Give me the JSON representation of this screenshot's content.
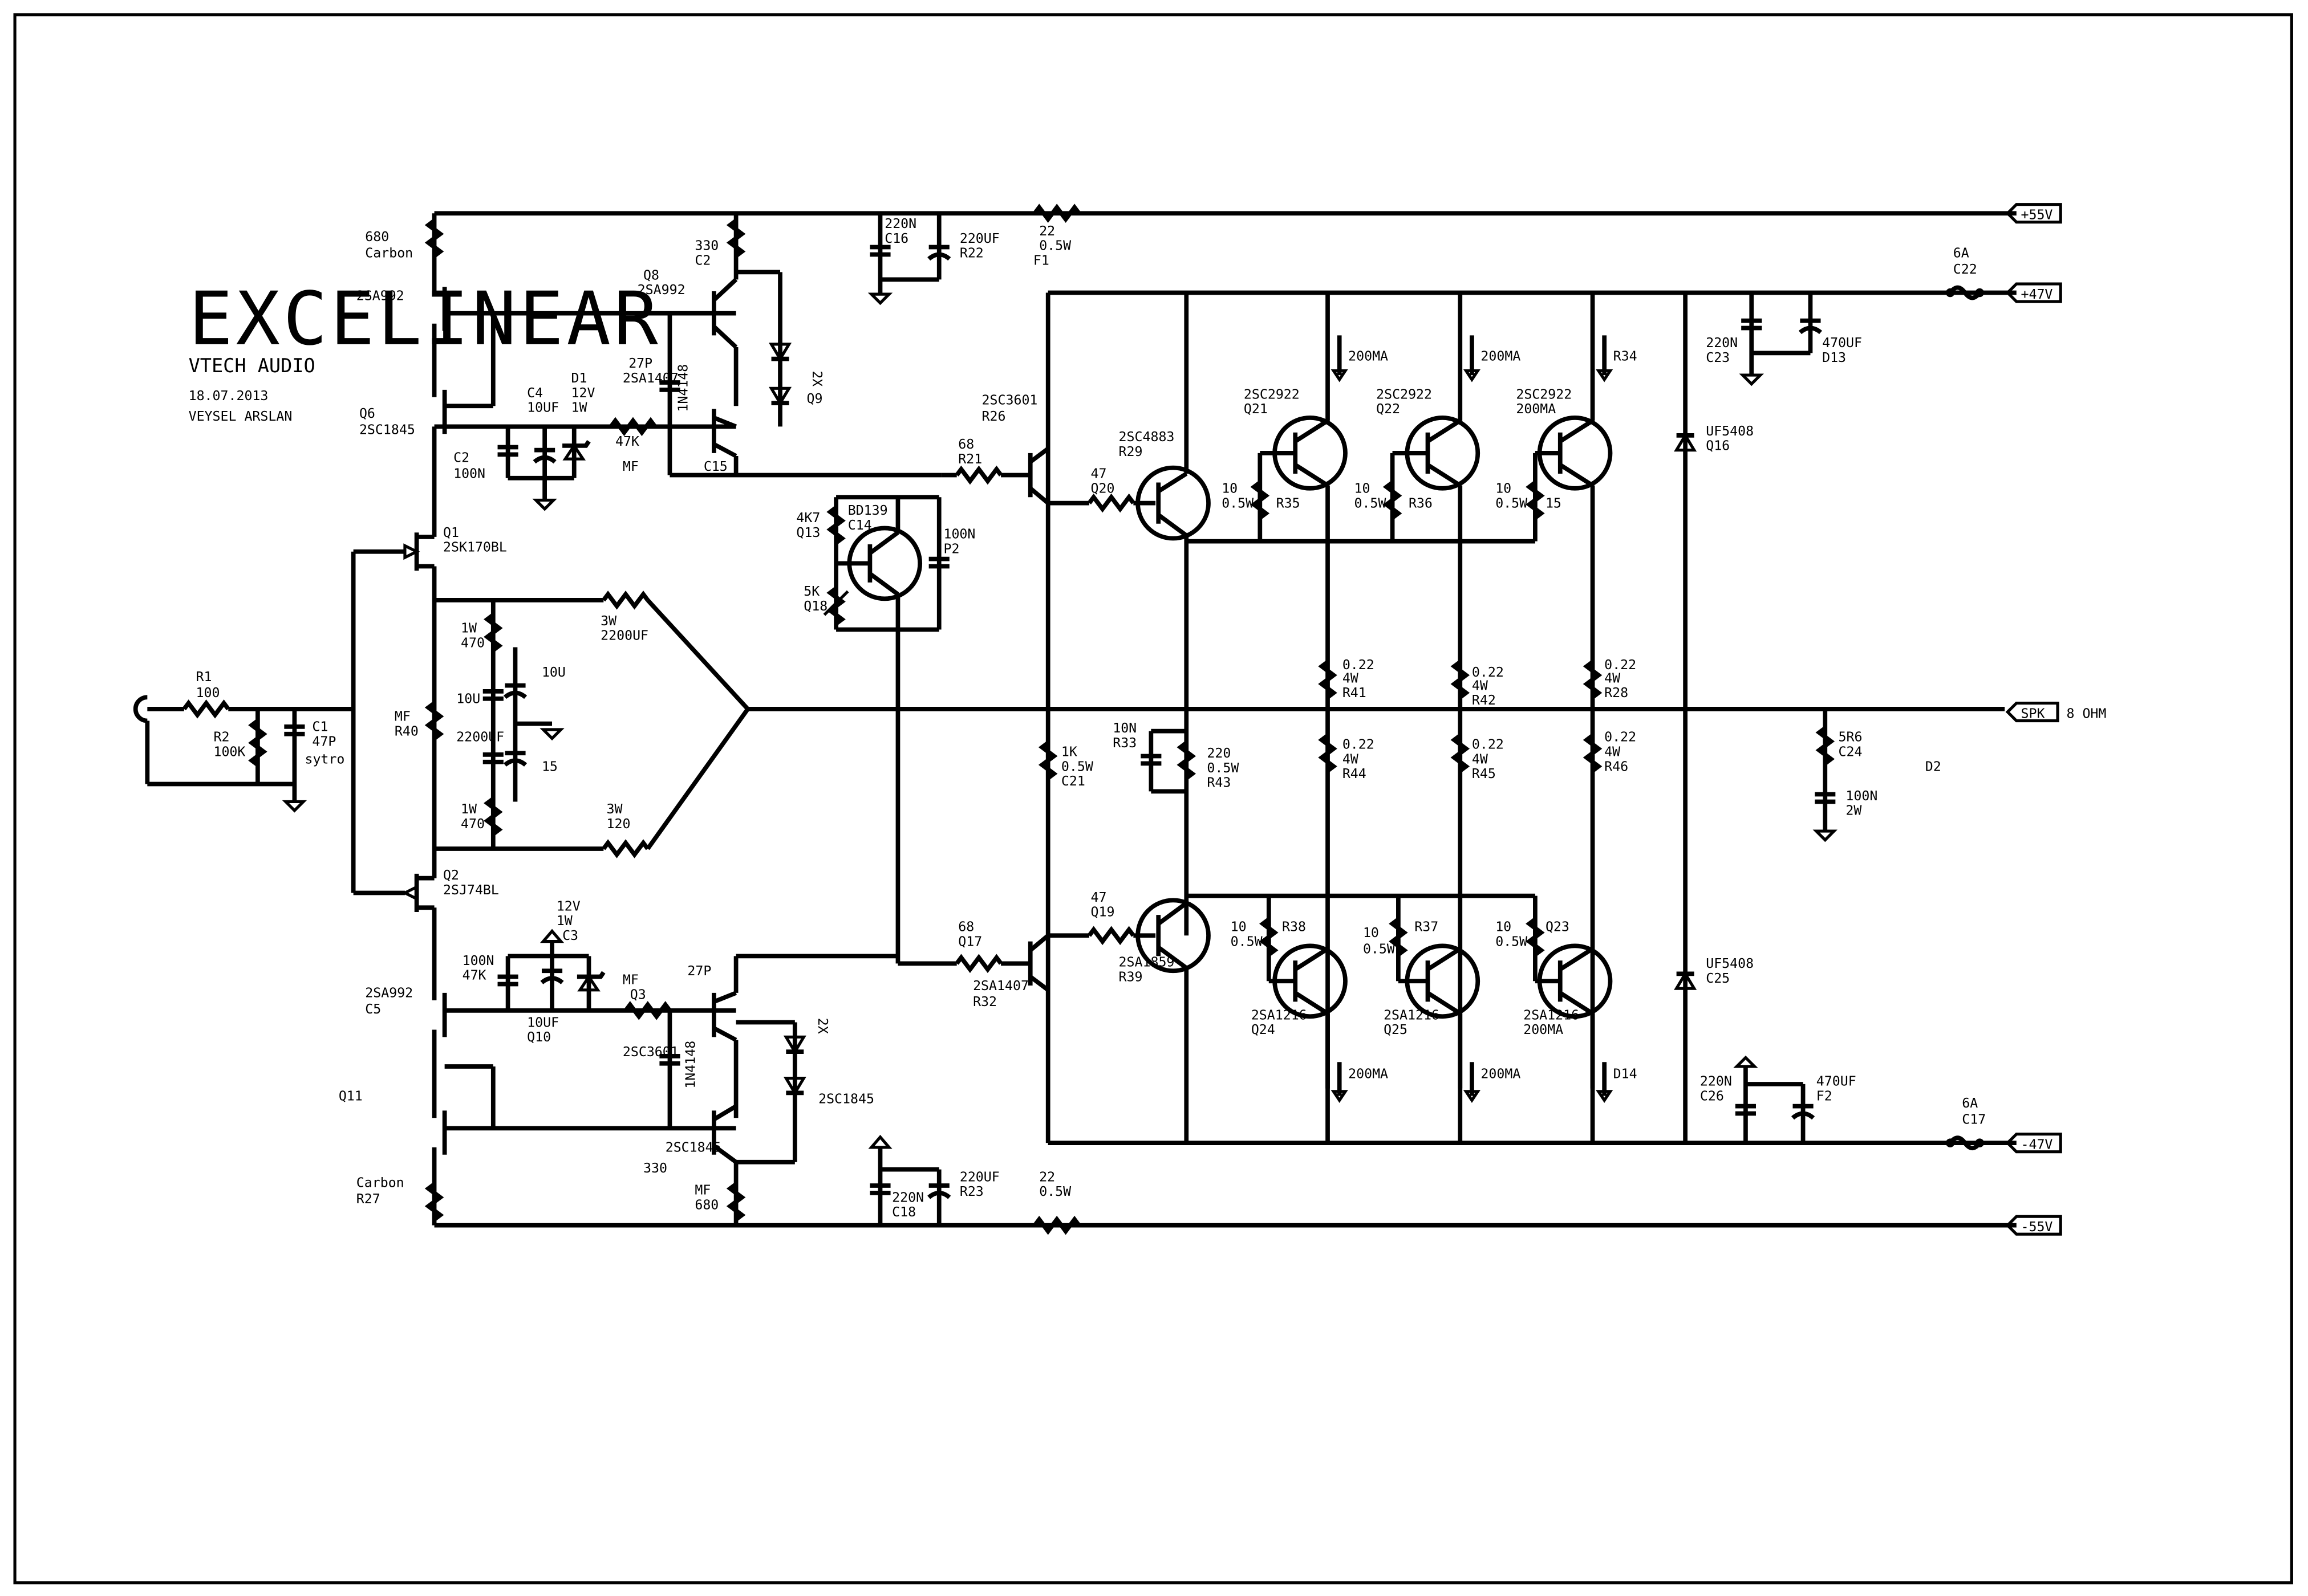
{
  "header": {
    "title": "EXCELINEAR",
    "company": "VTECH AUDIO",
    "date": "18.07.2013",
    "author": "VEYSEL ARSLAN"
  },
  "rails": {
    "pos55": "+55V",
    "pos47": "+47V",
    "neg47": "-47V",
    "neg55": "-55V",
    "spk": "SPK",
    "spk_load": "8 OHM"
  },
  "labels": [
    "R1",
    "100",
    "R2",
    "100K",
    "C1",
    "47P",
    "sytro",
    "Q1",
    "2SK170BL",
    "Q2",
    "2SJ74BL",
    "680",
    "Carbon",
    "2SA992",
    "Q6",
    "2SC1845",
    "C2",
    "100N",
    "C4",
    "10UF",
    "D1",
    "12V",
    "1W",
    "47K",
    "MF",
    "Q8",
    "330",
    "C2",
    "27P",
    "2SA1407",
    "1N4148",
    "2X",
    "Q9",
    "C15",
    "220N",
    "C16",
    "220UF",
    "R22",
    "22",
    "0.5W",
    "F1",
    "6A",
    "C22",
    "220N",
    "C23",
    "470UF",
    "D13",
    "UF5408",
    "Q16",
    "2SC3601",
    "R26",
    "68",
    "R21",
    "4K7",
    "Q13",
    "BD139",
    "C14",
    "100N",
    "P2",
    "5K",
    "Q18",
    "2SC4883",
    "R29",
    "47",
    "Q20",
    "2SC2922",
    "Q21",
    "2SC2922",
    "Q22",
    "2SC2922",
    "200MA",
    "200MA",
    "200MA",
    "R34",
    "10",
    "0.5W",
    "R35",
    "10",
    "0.5W",
    "R36",
    "10",
    "0.5W",
    "15",
    "1W",
    "470",
    "3W",
    "2200UF",
    "10U",
    "10U",
    "2200UF",
    "15",
    "1W",
    "470",
    "3W",
    "120",
    "MF",
    "R40",
    "0.22",
    "4W",
    "R41",
    "0.22",
    "4W",
    "R42",
    "0.22",
    "4W",
    "R28",
    "1K",
    "0.5W",
    "C21",
    "10N",
    "R33",
    "220",
    "0.5W",
    "R43",
    "0.22",
    "4W",
    "R44",
    "0.22",
    "4W",
    "R45",
    "0.22",
    "4W",
    "R46",
    "5R6",
    "C24",
    "100N",
    "2W",
    "D2",
    "12V",
    "1W",
    "C3",
    "100N",
    "47K",
    "MF",
    "Q3",
    "2SA992",
    "C5",
    "10UF",
    "Q10",
    "27P",
    "2SC3601",
    "1N4148",
    "2X",
    "2SC1845",
    "Q11",
    "2SC1845",
    "330",
    "MF",
    "680",
    "Carbon",
    "R27",
    "68",
    "Q17",
    "2SA1407",
    "R32",
    "47",
    "Q19",
    "2SA1859",
    "R39",
    "10",
    "0.5W",
    "R38",
    "10",
    "0.5W",
    "R37",
    "10",
    "0.5W",
    "Q23",
    "2SA1216",
    "Q24",
    "2SA1216",
    "Q25",
    "2SA1216",
    "200MA",
    "200MA",
    "200MA",
    "D14",
    "UF5408",
    "C25",
    "220N",
    "C26",
    "470UF",
    "F2",
    "6A",
    "C17",
    "220N",
    "C18",
    "220UF",
    "R23",
    "22",
    "0.5W"
  ]
}
